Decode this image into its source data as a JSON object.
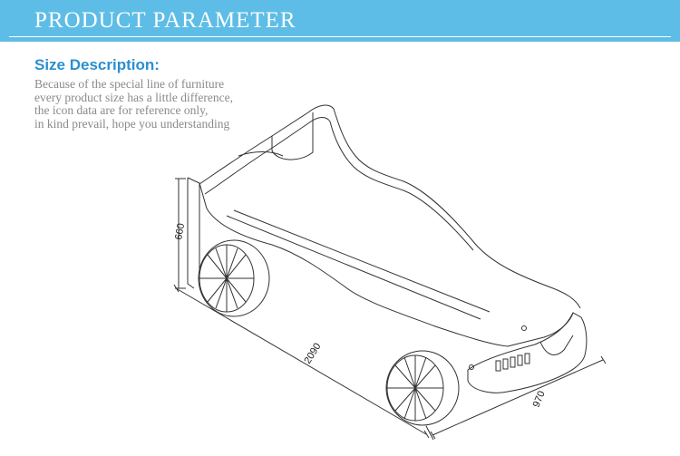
{
  "banner": {
    "title": "PRODUCT PARAMETER"
  },
  "size_description": {
    "heading": "Size Description:",
    "lines": [
      "Because of the special line of furniture",
      "every product size has a little difference,",
      "the icon data are for reference only,",
      "in kind prevail, hope you understanding"
    ]
  },
  "dimensions": {
    "height": "660",
    "length": "2090",
    "width": "970"
  }
}
